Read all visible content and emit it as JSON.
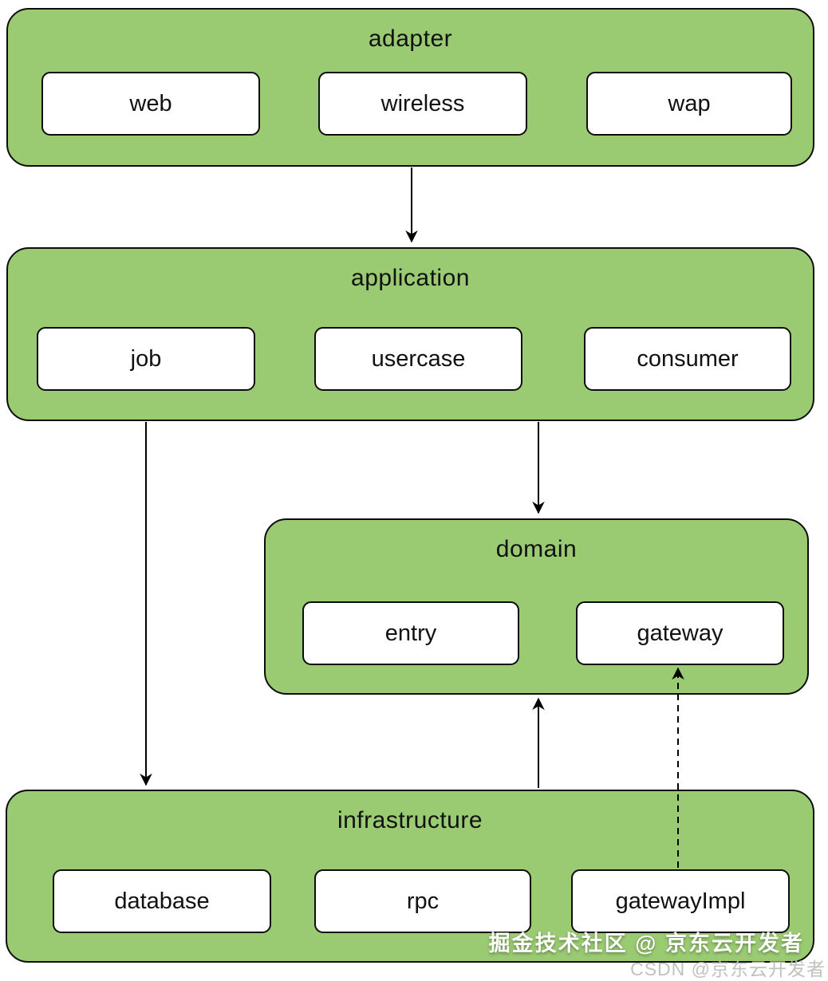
{
  "diagram": {
    "layers": [
      {
        "title": "adapter",
        "boxes": [
          "web",
          "wireless",
          "wap"
        ]
      },
      {
        "title": "application",
        "boxes": [
          "job",
          "usercase",
          "consumer"
        ]
      },
      {
        "title": "domain",
        "boxes": [
          "entry",
          "gateway"
        ]
      },
      {
        "title": "infrastructure",
        "boxes": [
          "database",
          "rpc",
          "gatewayImpl"
        ]
      }
    ],
    "connections": [
      {
        "from": "adapter",
        "to": "application",
        "style": "solid",
        "direction": "down"
      },
      {
        "from": "application",
        "to": "domain",
        "style": "solid",
        "direction": "down"
      },
      {
        "from": "application (job side)",
        "to": "infrastructure",
        "style": "solid",
        "direction": "down"
      },
      {
        "from": "infrastructure",
        "to": "domain",
        "style": "solid",
        "direction": "up"
      },
      {
        "from": "infrastructure.gatewayImpl",
        "to": "domain.gateway",
        "style": "dashed",
        "direction": "up"
      }
    ]
  },
  "watermarks": {
    "primary": "掘金技术社区 @ 京东云开发者",
    "secondary": "CSDN @京东云开发者"
  },
  "colors": {
    "layer_fill": "#9aca72",
    "layer_border": "#0d0d0d",
    "node_fill": "#ffffff",
    "node_border": "#0d0d0d",
    "arrow": "#000000",
    "background": "#ffffff"
  }
}
